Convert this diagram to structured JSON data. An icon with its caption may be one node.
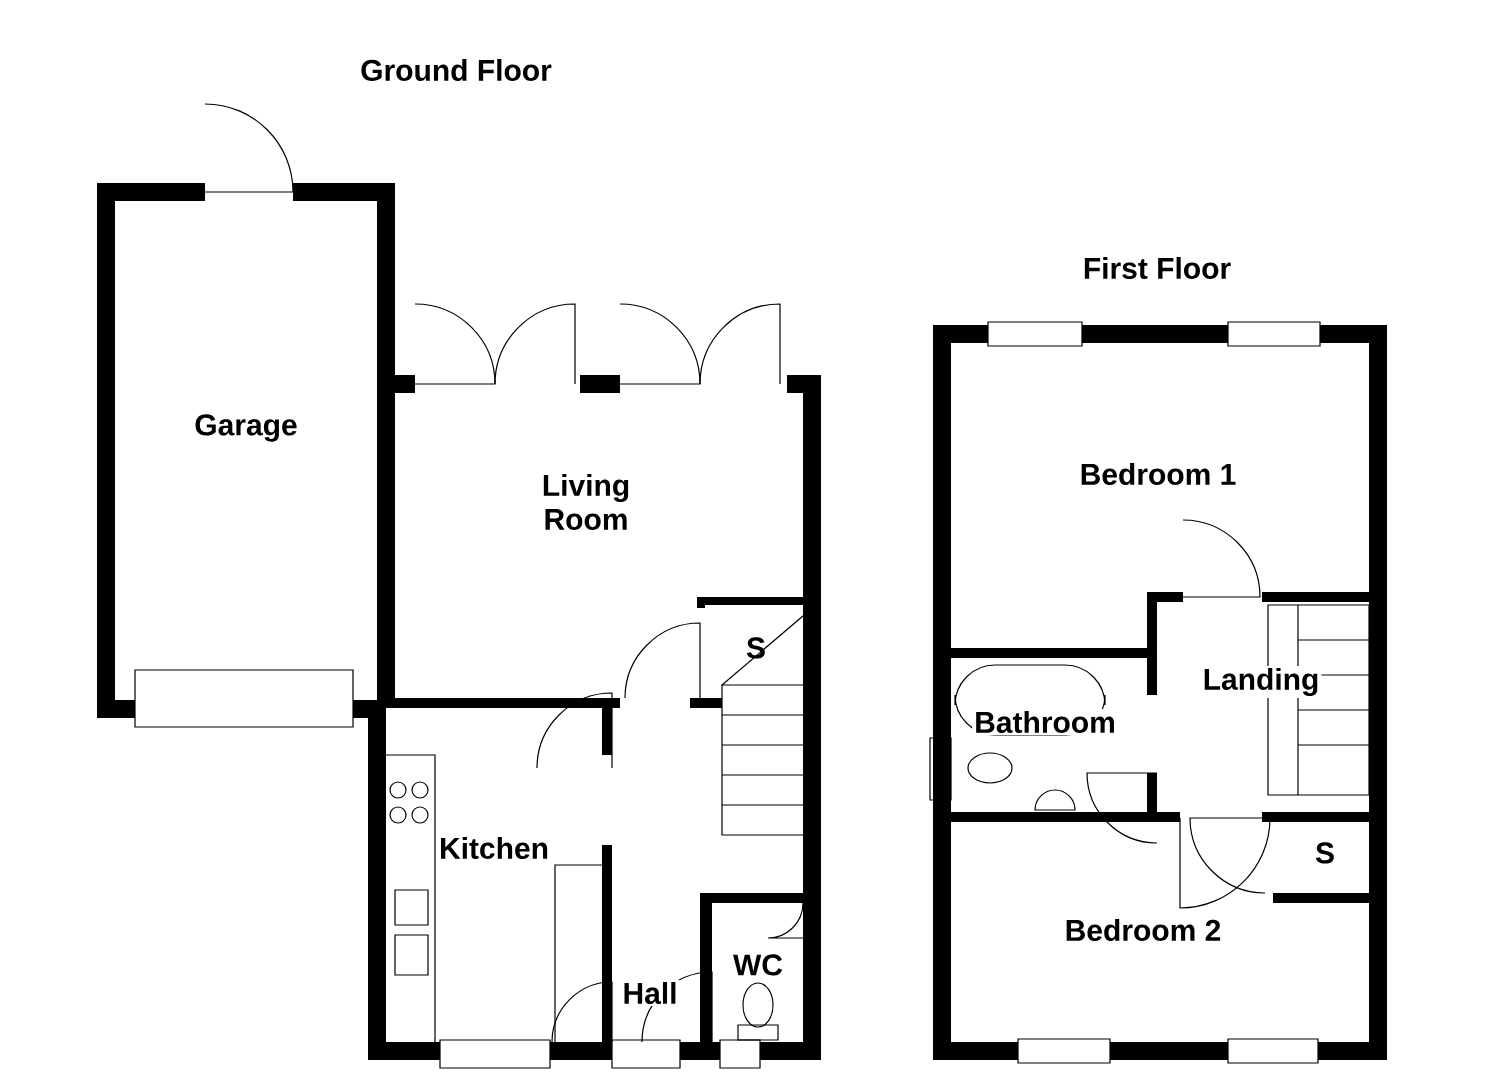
{
  "diagram": {
    "labels": [
      "Ground Floor",
      "Garage",
      "Living Room",
      "S",
      "Kitchen",
      "WC",
      "Hall",
      "First Floor",
      "Bedroom 1",
      "Landing",
      "Bathroom",
      "S",
      "Bedroom 2"
    ]
  }
}
